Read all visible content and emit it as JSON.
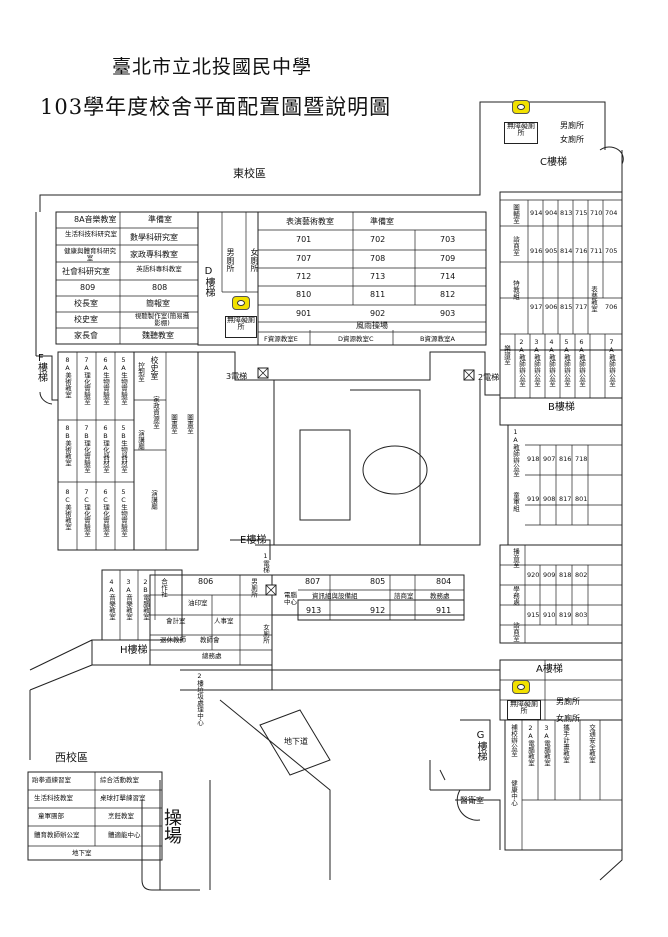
{
  "title": {
    "line1": "臺北市立北投國民中學",
    "line2": "103學年度校舍平面配置圖暨說明圖"
  },
  "zones": {
    "east": "東校區",
    "west": "西校區"
  },
  "stairs": {
    "a": "A樓梯",
    "b": "B樓梯",
    "c": "C樓梯",
    "d": "D樓梯",
    "e": "E樓梯",
    "f": "F樓梯",
    "g": "G樓梯",
    "h": "H樓梯"
  },
  "elevators": {
    "e1": "1電梯",
    "e2": "2電梯",
    "e3": "3電梯"
  },
  "restrooms": {
    "male": "男廁所",
    "female": "女廁所",
    "accessible": "無障礙廁所"
  },
  "labels": {
    "playground": "操場",
    "underpass": "地下道",
    "basement": "地下室",
    "sports_hall": "風雨操場"
  },
  "north_block": {
    "music_8a": "8A音樂教室",
    "prep1": "準備室",
    "life_tech": "生活科技科研究室",
    "math_res": "數學科研究室",
    "health_pe": "健康與體育科研究室",
    "home_econ": "家政專科教室",
    "social_res": "社會科研究室",
    "english_res": "英語科專科教室",
    "r809": "809",
    "r808": "808",
    "principal": "校長室",
    "briefing": "簡報室",
    "history": "校史室",
    "video": "視聽製作室(簡易攝影棚)",
    "parents": "家長會",
    "chorus": "魏聽教室",
    "performing": "表演藝術教室",
    "prep2": "準備室",
    "rows": [
      [
        "701",
        "702",
        "703"
      ],
      [
        "707",
        "708",
        "709"
      ],
      [
        "712",
        "713",
        "714"
      ],
      [
        "810",
        "811",
        "812"
      ],
      [
        "901",
        "902",
        "903"
      ]
    ],
    "resource_e": "F資源教室E",
    "resource_c": "D資源教室C",
    "resource_a": "B資源教室A"
  },
  "east_block": {
    "library": "圖輔室",
    "row1": [
      "914",
      "904",
      "813",
      "715",
      "710",
      "704"
    ],
    "counsel": "諮商室",
    "row2": [
      "916",
      "905",
      "814",
      "716",
      "711",
      "705"
    ],
    "special": "特教組",
    "row3": [
      "917",
      "906",
      "815",
      "717"
    ],
    "arts": "表藝教室",
    "r706": "706",
    "prof": [
      "樂譜室",
      "2A教師辦公室",
      "3A教師辦公室",
      "4A教師辦公室",
      "5A教師辦公室",
      "6A教師辦公室",
      "7A教師辦公室"
    ],
    "office_1a": "1A教師辦公室",
    "row4": [
      "918",
      "907",
      "816",
      "718"
    ],
    "counseling": "童軍組",
    "row5": [
      "919",
      "908",
      "817",
      "801"
    ],
    "broadcast": "播音室",
    "row6": [
      "920",
      "909",
      "818",
      "802"
    ],
    "academic": "學務處",
    "row7": [
      "915",
      "910",
      "819",
      "803"
    ],
    "guidance": "諮商室"
  },
  "west_block": {
    "art_8a": "8A美術教室",
    "sci_7a": "7A理化實驗室",
    "bio_6a": "6A生物實驗室",
    "bio_5a": "5A生物實驗室",
    "art_8b": "8B美術教室",
    "sci_7b": "7B理化實驗室",
    "sci_6b": "6B理化器材室",
    "bio_5b": "5B生物器材室",
    "art_8c": "8C美術教室",
    "sci_7c": "7C理化實驗室",
    "bio_6c": "6C理化實驗室",
    "bio_5c": "5C生物實驗室",
    "guard": "控制室",
    "school_history": "校史室",
    "home_res": "家政資源室",
    "speech": "演講廳",
    "speech2": "演講廳",
    "library": "圖書室",
    "library2": "圖書室"
  },
  "south_block": {
    "r806": "806",
    "r807": "807",
    "r805": "805",
    "r804": "804",
    "info": "電腦中心",
    "data_equip": "資訊組與設備組",
    "counsel": "諮商室",
    "teach": "教務處",
    "r913": "913",
    "r912": "912",
    "r911": "911",
    "print": "油印室",
    "accounting": "會計室",
    "personnel": "人事室",
    "retired": "退休教師",
    "teacher_assoc": "教師會",
    "general": "總務處",
    "music_4a": "4A音樂教室",
    "music_3a": "3A音樂教室",
    "comp_2b": "2B電腦教室",
    "coop": "合作社",
    "recycle": "2樓垃圾處理中心"
  },
  "se_block": {
    "life_counsel": "補校辦公室",
    "comp_2a": "2A電腦教室",
    "comp_3a": "3A電腦教室",
    "hand": "攜手計畫教室",
    "traffic": "交通安全教室",
    "health": "健康中心",
    "medical": "醫衛室"
  },
  "west_zone": {
    "dance": "跆拳道練習室",
    "multi": "綜合活動教室",
    "life_tech": "生活科技教室",
    "table_tennis": "桌球打擊練習室",
    "scout": "童軍團部",
    "cooking": "烹飪教室",
    "pe_office": "體育教師辦公室",
    "fitness": "體適能中心",
    "basement": "地下室"
  }
}
